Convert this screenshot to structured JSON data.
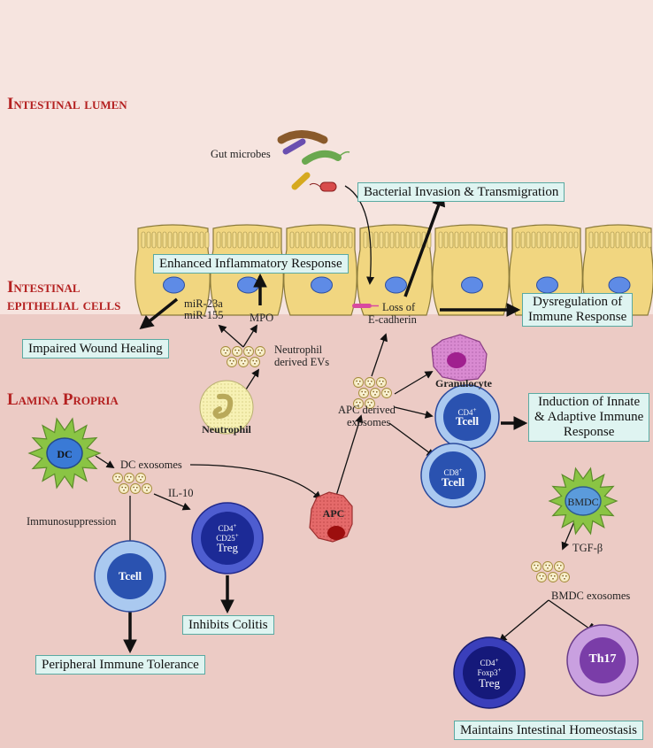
{
  "regions": {
    "lumen": "Intestinal lumen",
    "epithelial_line1": "Intestinal",
    "epithelial_line2": "epithelial cells",
    "lamina": "Lamina Propria"
  },
  "labels": {
    "gut_microbes": "Gut microbes",
    "mir23a": "miR-23a",
    "mir155": "miR-155",
    "mpo": "MPO",
    "neutrophil_evs_1": "Neutrophil",
    "neutrophil_evs_2": "derived EVs",
    "loss_ecad_1": "Loss of",
    "loss_ecad_2": "E-cadherin",
    "apc_exo_1": "APC derived",
    "apc_exo_2": "exosomes",
    "dc_exosomes": "DC exosomes",
    "il10": "IL-10",
    "immunosuppression": "Immunosuppression",
    "tgfb": "TGF-β",
    "bmdc_exosomes": "BMDC exosomes"
  },
  "boxes": {
    "bacterial_invasion": "Bacterial Invasion & Transmigration",
    "enhanced_inflammatory": "Enhanced Inflammatory Response",
    "dysregulation_1": "Dysregulation of",
    "dysregulation_2": "Immune Response",
    "impaired_wound": "Impaired Wound Healing",
    "induction_1": "Induction of Innate",
    "induction_2": "& Adaptive Immune",
    "induction_3": "Response",
    "inhibits_colitis": "Inhibits Colitis",
    "peripheral_tolerance": "Peripheral Immune Tolerance",
    "maintains_homeostasis": "Maintains Intestinal Homeostasis"
  },
  "cells": {
    "neutrophil": "Neutrophil",
    "granulocyte": "Granulocyte",
    "dc": "DC",
    "apc": "APC",
    "bmdc": "BMDC",
    "th17": "Th17",
    "tcell_cd4": {
      "marker": "CD4",
      "sup": "+",
      "name": "Tcell"
    },
    "tcell_cd8": {
      "marker": "CD8",
      "sup": "+",
      "name": "Tcell"
    },
    "treg_cd25": {
      "m1": "CD4",
      "m1sup": "+",
      "m2": "CD25",
      "m2sup": "+",
      "name": "Treg"
    },
    "tcell_plain": "Tcell",
    "treg_foxp3": {
      "m1": "CD4",
      "m1sup": "+",
      "m2": "Foxp3",
      "m2sup": "+",
      "name": "Treg"
    }
  }
}
